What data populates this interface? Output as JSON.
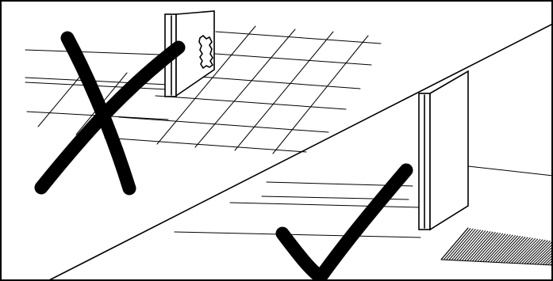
{
  "figure": {
    "panels": [
      {
        "id": "incorrect",
        "verdict_symbol": "cross-mark",
        "description_icon": "wall-board-with-gap-over-grid"
      },
      {
        "id": "correct",
        "verdict_symbol": "check-mark",
        "description_icon": "wall-board-with-edge-band"
      }
    ],
    "colors": {
      "ink": "#000000",
      "paper": "#ffffff"
    }
  }
}
